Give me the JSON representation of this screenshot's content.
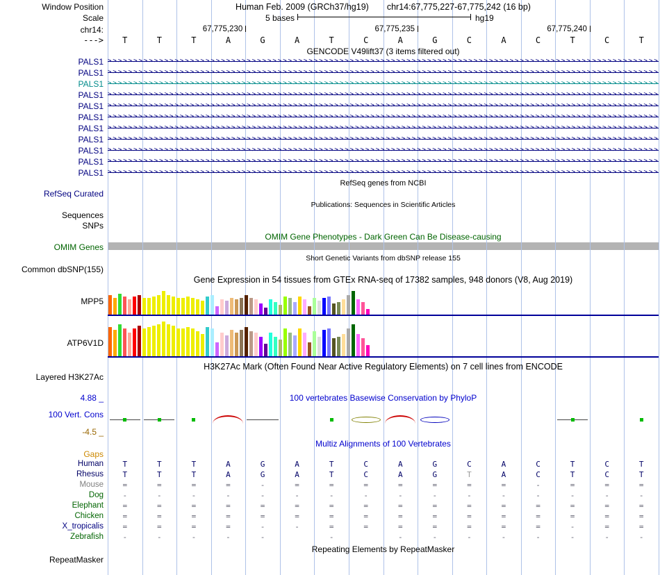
{
  "guideline_color": "#AEC2E8",
  "header": {
    "label": "Window Position",
    "assembly": "Human Feb. 2009 (GRCh37/hg19)",
    "position": "chr14:67,775,227-67,775,242 (16 bp)"
  },
  "scale": {
    "label": "Scale",
    "text": "5 bases",
    "genome": "hg19"
  },
  "ruler": {
    "label": "chr14:",
    "ticks": [
      {
        "label": "67,775,230",
        "base_end": 4
      },
      {
        "label": "67,775,235",
        "base_end": 9
      },
      {
        "label": "67,775,240",
        "base_end": 14
      }
    ]
  },
  "sequence": {
    "label": "--->",
    "bases": [
      "T",
      "T",
      "T",
      "A",
      "G",
      "A",
      "T",
      "C",
      "A",
      "G",
      "C",
      "A",
      "C",
      "T",
      "C",
      "T"
    ]
  },
  "gencode": {
    "title": "GENCODE V49lift37 (3 items filtered out)",
    "genes": [
      {
        "label": "PALS1",
        "color": "#000080"
      },
      {
        "label": "PALS1",
        "color": "#000080"
      },
      {
        "label": "PALS1",
        "color": "#008B8B"
      },
      {
        "label": "PALS1",
        "color": "#000080"
      },
      {
        "label": "PALS1",
        "color": "#000080"
      },
      {
        "label": "PALS1",
        "color": "#000080"
      },
      {
        "label": "PALS1",
        "color": "#000080"
      },
      {
        "label": "PALS1",
        "color": "#000080"
      },
      {
        "label": "PALS1",
        "color": "#000080"
      },
      {
        "label": "PALS1",
        "color": "#000080"
      },
      {
        "label": "PALS1",
        "color": "#000080"
      }
    ]
  },
  "refseq": {
    "title": "RefSeq genes from NCBI",
    "label": "RefSeq Curated",
    "label_color": "#000080"
  },
  "publications": {
    "title": "Publications: Sequences in Scientific Articles",
    "label": "Sequences"
  },
  "snps": {
    "label": "SNPs"
  },
  "omim": {
    "title": "OMIM Gene Phenotypes - Dark Green Can Be Disease-causing",
    "label": "OMIM Genes",
    "color": "#006400",
    "bar_color": "#B3B3B3"
  },
  "dbsnp": {
    "title": "Short Genetic Variants from dbSNP release 155",
    "label": "Common dbSNP(155)"
  },
  "gtex": {
    "title": "Gene Expression in 54 tissues from GTEx RNA-seq of 17382 samples, 948 donors (V8, Aug 2019)",
    "tissue_colors": [
      "#FF6600",
      "#FFAA00",
      "#33DD33",
      "#FF5555",
      "#FFAA99",
      "#FF0000",
      "#AA0000",
      "#EEEE00",
      "#EEEE00",
      "#EEEE00",
      "#EEEE00",
      "#EEEE00",
      "#EEEE00",
      "#EEEE00",
      "#EEEE00",
      "#EEEE00",
      "#EEEE00",
      "#EEEE00",
      "#EEEE00",
      "#EEEE00",
      "#33CCCC",
      "#AAEEFF",
      "#CC66FF",
      "#FFCCCC",
      "#CCAADD",
      "#EEBB77",
      "#CC9955",
      "#8B7355",
      "#552200",
      "#BB9988",
      "#FFCCCC",
      "#9900FF",
      "#660099",
      "#22FFDD",
      "#33FFC2",
      "#AABB66",
      "#99FF00",
      "#99BB88",
      "#AAAAFF",
      "#FFD700",
      "#FFAAFF",
      "#995522",
      "#AAFF99",
      "#DDDDDD",
      "#0000FF",
      "#7777FF",
      "#555522",
      "#778855",
      "#FFDD99",
      "#AAAAAA",
      "#006600",
      "#FF66FF",
      "#FF5599",
      "#FF00BB"
    ],
    "genes": [
      {
        "label": "MPP5",
        "values": [
          28,
          24,
          30,
          26,
          22,
          26,
          28,
          24,
          24,
          26,
          28,
          34,
          28,
          26,
          24,
          24,
          26,
          24,
          22,
          20,
          26,
          28,
          12,
          22,
          20,
          24,
          22,
          24,
          28,
          24,
          22,
          16,
          10,
          22,
          18,
          14,
          26,
          24,
          18,
          26,
          22,
          12,
          24,
          20,
          24,
          26,
          16,
          18,
          22,
          28,
          34,
          22,
          18,
          8
        ]
      },
      {
        "label": "ATP6V1D",
        "values": [
          42,
          38,
          46,
          40,
          34,
          40,
          44,
          40,
          42,
          44,
          46,
          50,
          46,
          44,
          40,
          40,
          42,
          40,
          36,
          32,
          42,
          40,
          20,
          34,
          30,
          38,
          34,
          38,
          42,
          36,
          34,
          28,
          18,
          34,
          28,
          24,
          40,
          34,
          30,
          40,
          34,
          20,
          36,
          28,
          38,
          40,
          26,
          28,
          32,
          40,
          46,
          32,
          26,
          16
        ]
      }
    ]
  },
  "encode": {
    "title": "H3K27Ac Mark (Often Found Near Active Regulatory Elements) on 7 cell lines from ENCODE",
    "label": "Layered H3K27Ac"
  },
  "conservation": {
    "title": "100 vertebrates Basewise Conservation by PhyloP",
    "label": "100 Vert. Cons",
    "max_label": "4.88 _",
    "min_label": "-4.5 _",
    "color": "#0000CD",
    "min_color": "#996600",
    "glyphs": [
      {
        "col": 1,
        "type": "tick",
        "line": true
      },
      {
        "col": 2,
        "type": "tick",
        "line": true
      },
      {
        "col": 3,
        "type": "tick",
        "line": false
      },
      {
        "col": 4,
        "type": "arc"
      },
      {
        "col": 5,
        "type": "line"
      },
      {
        "col": 7,
        "type": "tick",
        "line": false
      },
      {
        "col": 8,
        "type": "ellipse-olive"
      },
      {
        "col": 9,
        "type": "arc"
      },
      {
        "col": 10,
        "type": "ellipse-blue"
      },
      {
        "col": 14,
        "type": "tick",
        "line": true
      },
      {
        "col": 16,
        "type": "tick",
        "line": false
      }
    ]
  },
  "multiz": {
    "title": "Multiz Alignments of 100 Vertebrates",
    "color": "#0000CD",
    "gaps_label": "Gaps",
    "gaps_color": "#CC8800",
    "species": [
      {
        "name": "Human",
        "color": "#000066",
        "cells": [
          "T",
          "T",
          "T",
          "A",
          "G",
          "A",
          "T",
          "C",
          "A",
          "G",
          "C",
          "A",
          "C",
          "T",
          "C",
          "T"
        ]
      },
      {
        "name": "Rhesus",
        "color": "#000066",
        "cells": [
          "T",
          "T",
          "T",
          "A",
          "G",
          "A",
          "T",
          "C",
          "A",
          "G",
          "T",
          "A",
          "C",
          "T",
          "C",
          "T"
        ],
        "muted": [
          11
        ]
      },
      {
        "name": "Mouse",
        "color": "#808080",
        "cells": [
          "=",
          "=",
          "=",
          "=",
          "-",
          "=",
          "=",
          "=",
          "=",
          "=",
          "=",
          "=",
          "-",
          "=",
          "=",
          "="
        ]
      },
      {
        "name": "Dog",
        "color": "#006400",
        "cells": [
          "-",
          "-",
          "-",
          "-",
          "-",
          "-",
          "-",
          "-",
          "-",
          "-",
          "-",
          "-",
          "-",
          "-",
          "-",
          "-"
        ]
      },
      {
        "name": "Elephant",
        "color": "#006400",
        "cells": [
          "=",
          "=",
          "=",
          "=",
          "=",
          "=",
          "=",
          "=",
          "=",
          "=",
          "=",
          "=",
          "=",
          "=",
          "=",
          "="
        ]
      },
      {
        "name": "Chicken",
        "color": "#006400",
        "cells": [
          "=",
          "=",
          "=",
          "=",
          "=",
          "=",
          "=",
          "=",
          "=",
          "=",
          "=",
          "=",
          "=",
          "=",
          "=",
          "="
        ]
      },
      {
        "name": "X_tropicalis",
        "color": "#000080",
        "cells": [
          "=",
          "=",
          "=",
          "=",
          "-",
          "-",
          "=",
          "=",
          "=",
          "=",
          "=",
          "=",
          "=",
          "-",
          "=",
          "="
        ]
      },
      {
        "name": "Zebrafish",
        "color": "#006400",
        "cells": [
          "-",
          "-",
          "-",
          "-",
          "-",
          "",
          "-",
          "",
          "-",
          "-",
          "-",
          "-",
          "-",
          "-",
          "-",
          "-"
        ]
      }
    ]
  },
  "repeatmasker": {
    "title": "Repeating Elements by RepeatMasker",
    "label": "RepeatMasker"
  }
}
